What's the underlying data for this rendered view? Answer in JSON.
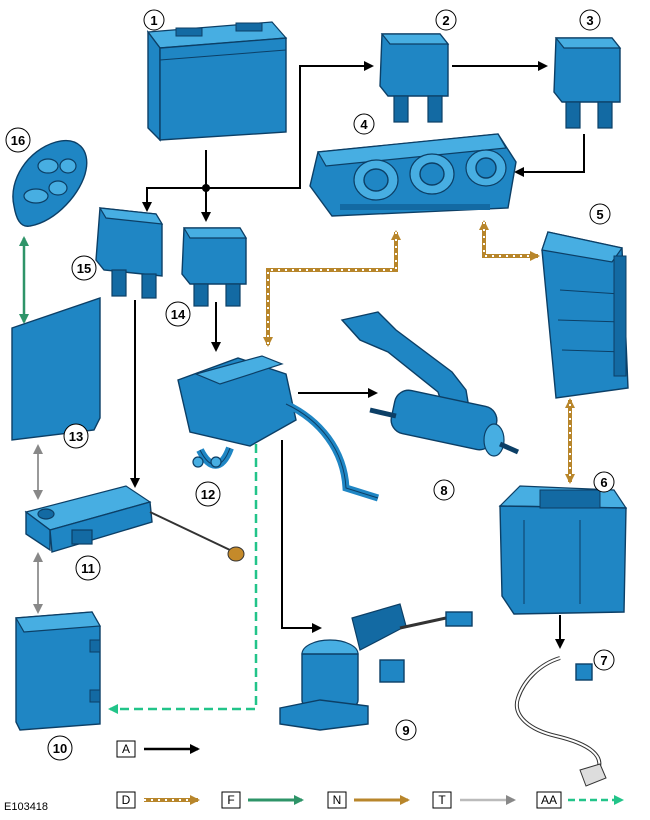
{
  "diagram": {
    "reference_code": "E103418",
    "components": [
      {
        "number": "1"
      },
      {
        "number": "2"
      },
      {
        "number": "3"
      },
      {
        "number": "4"
      },
      {
        "number": "5"
      },
      {
        "number": "6"
      },
      {
        "number": "7"
      },
      {
        "number": "8"
      },
      {
        "number": "9"
      },
      {
        "number": "10"
      },
      {
        "number": "11"
      },
      {
        "number": "12"
      },
      {
        "number": "13"
      },
      {
        "number": "14"
      },
      {
        "number": "15"
      },
      {
        "number": "16"
      }
    ],
    "legend": [
      {
        "code": "A",
        "style": "solid",
        "color": "#000000"
      },
      {
        "code": "D",
        "style": "dotted",
        "color": "#b8862b"
      },
      {
        "code": "F",
        "style": "solid",
        "color": "#2e9468"
      },
      {
        "code": "N",
        "style": "solid",
        "color": "#b8862b"
      },
      {
        "code": "T",
        "style": "solid",
        "color": "#bbbbbb"
      },
      {
        "code": "AA",
        "style": "dashed",
        "color": "#22c489"
      }
    ],
    "colors": {
      "component_blue": "#1f86c4",
      "component_outline": "#0c3f66",
      "hardwired": "#000000",
      "lin_bus": "#b8862b",
      "rf": "#2e9468",
      "can": "#22c489"
    }
  }
}
